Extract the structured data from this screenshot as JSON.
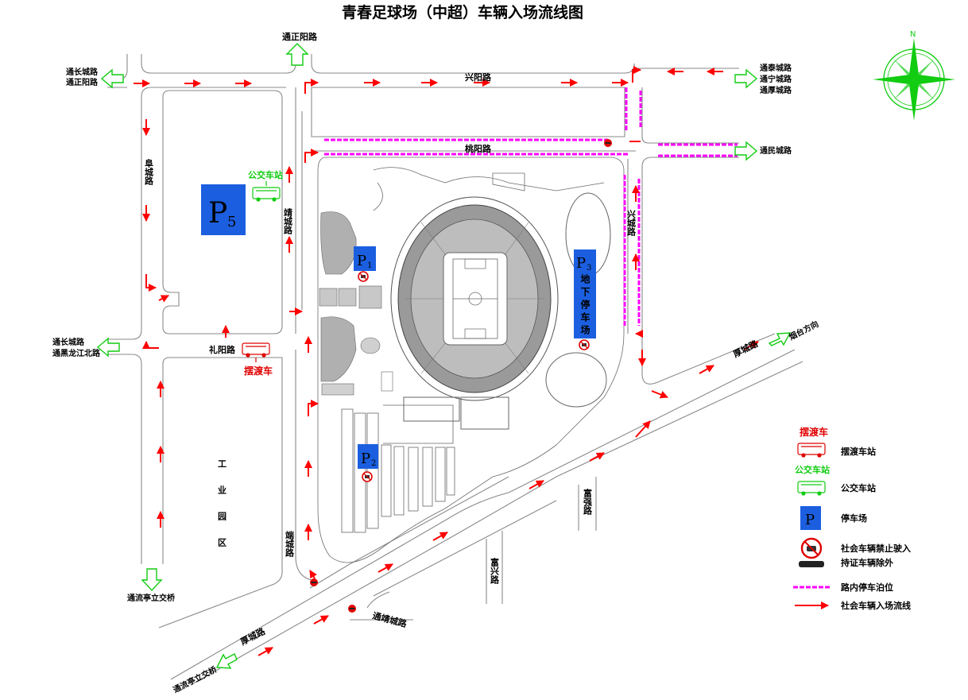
{
  "title": "青春足球场（中超）车辆入场流线图",
  "colors": {
    "parking_blue": "#1b5fe0",
    "flow_red": "#ff0000",
    "bus_green": "#11cc11",
    "roadside_magenta": "#ff00ff",
    "road_gray": "#8a8a8a"
  },
  "roads": {
    "tongzhengyang": "通正阳路",
    "xingyang": "兴阳路",
    "taoyang": "桃阳路",
    "fucheng": "阜城路",
    "jingcheng": "靖城路",
    "liyang": "礼阳路",
    "xingcheng": "兴城路",
    "houcheng_ne": "厚城路",
    "houcheng_sw": "厚城路",
    "duancheng": "端城路",
    "fuxing": "富兴路",
    "fuqiang": "富强路",
    "tongjingcheng": "通靖城路"
  },
  "directions": {
    "west_top": [
      "通长城路",
      "通正阳路"
    ],
    "east_top": [
      "通泰城路",
      "通宁城路",
      "通厚城路"
    ],
    "east_min": "通民城路",
    "west_mid": [
      "通长城路",
      "通黑龙江北路"
    ],
    "south_bridge": "通流亭立交桥",
    "sw_bridge": "通流亭立交桥",
    "yantai": "烟台方向"
  },
  "parking": {
    "p5": {
      "letter": "P",
      "sub": "5"
    },
    "p1": {
      "letter": "P",
      "sub": "1"
    },
    "p2": {
      "letter": "P",
      "sub": "2"
    },
    "p3": {
      "letter": "P",
      "sub": "3",
      "label": "地下停车场"
    }
  },
  "bus_station_label": "公交车站",
  "shuttle_label": "摆渡车",
  "industrial_zone": "工业园区",
  "compass_n": "N",
  "legend": [
    {
      "symbol_label": "摆渡车",
      "text": "摆渡车站",
      "icon": "shuttle-bus-icon"
    },
    {
      "symbol_label": "公交车站",
      "text": "公交车站",
      "icon": "bus-icon"
    },
    {
      "symbol_label": "P",
      "text": "停车场",
      "icon": "parking-icon"
    },
    {
      "symbol_label": "",
      "text": [
        "社会车辆禁止驶入",
        "持证车辆除外"
      ],
      "icon": "no-entry-icon"
    },
    {
      "symbol_label": "",
      "text": "路内停车泊位",
      "icon": "roadside-parking-icon"
    },
    {
      "symbol_label": "",
      "text": "社会车辆入场流线",
      "icon": "flow-arrow-icon"
    }
  ]
}
